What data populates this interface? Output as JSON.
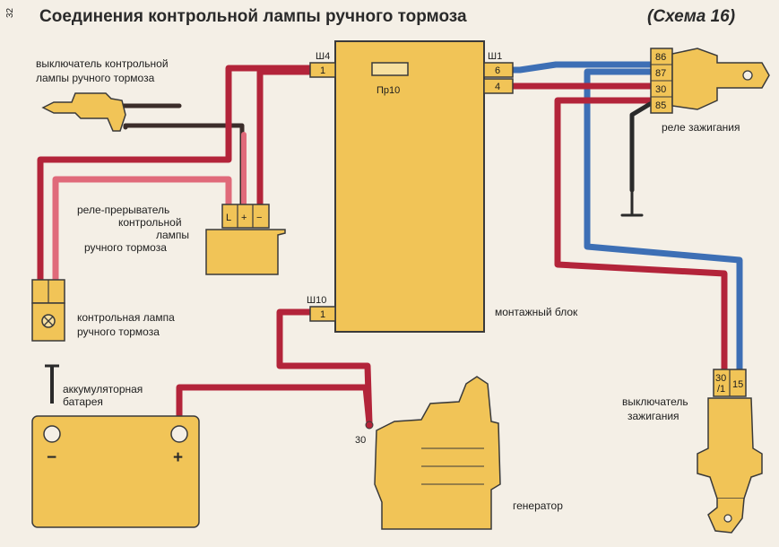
{
  "page_number": "32",
  "title": "Соединения контрольной лампы ручного тормоза",
  "scheme": "(Схема 16)",
  "colors": {
    "red_wire": "#b3243a",
    "pink_wire": "#e06a7a",
    "blue_wire": "#3d6fb5",
    "black_wire": "#2a2a2a",
    "component_fill": "#f1c457",
    "component_stroke": "#3a3a3a"
  },
  "labels": {
    "handbrake_switch_1": "выключатель контрольной",
    "handbrake_switch_2": "лампы ручного тормоза",
    "relay_interrupter_1": "реле-прерыватель",
    "relay_interrupter_2": "контрольной",
    "relay_interrupter_3": "лампы",
    "relay_interrupter_4": "ручного тормоза",
    "warning_lamp_1": "контрольная лампа",
    "warning_lamp_2": "ручного тормоза",
    "battery_1": "аккумуляторная",
    "battery_2": "батарея",
    "mounting_block": "монтажный блок",
    "ignition_relay": "реле зажигания",
    "ignition_switch_1": "выключатель",
    "ignition_switch_2": "зажигания",
    "generator": "генератор"
  },
  "connectors": {
    "sh4": "Ш4",
    "sh1": "Ш1",
    "sh10": "Ш10",
    "fuse": "Пр10",
    "pin_sh4": "1",
    "pin_sh1_6": "6",
    "pin_sh1_4": "4",
    "pin_sh10": "1",
    "gen_30": "30"
  },
  "relay_pins": [
    "86",
    "87",
    "30",
    "85"
  ],
  "interrupter_pins": [
    "L",
    "+",
    "−"
  ],
  "switch_pins": {
    "left_top": "30",
    "left_bottom": "/1",
    "right": "15"
  },
  "battery": {
    "minus": "−",
    "plus": "+"
  }
}
